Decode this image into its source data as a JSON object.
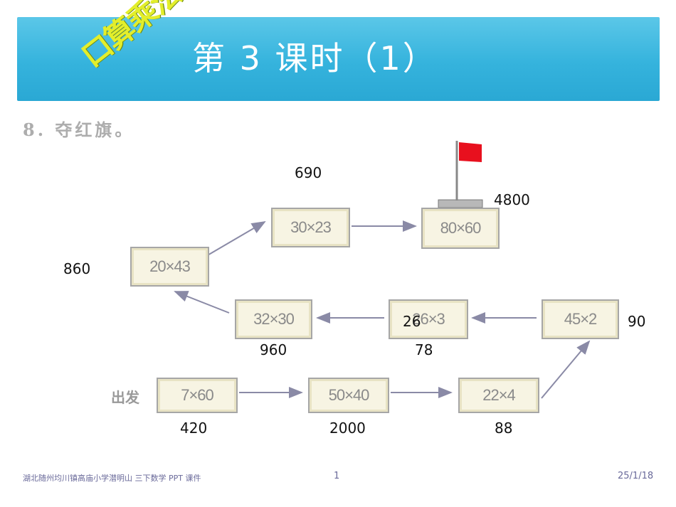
{
  "header": {
    "logo_text": "口算乘法",
    "title": "第 3 课时（1）"
  },
  "problem": {
    "label": "8. 夺红旗。",
    "start_label": "出发"
  },
  "path_boxes": [
    {
      "id": "b1",
      "expr": "7×60",
      "answer": "420"
    },
    {
      "id": "b2",
      "expr": "50×40",
      "answer": "2000"
    },
    {
      "id": "b3",
      "expr": "22×4",
      "answer": "88"
    },
    {
      "id": "b4",
      "expr": "45×2",
      "answer": "90"
    },
    {
      "id": "b5",
      "expr": "26×3",
      "answer": "78",
      "extra": "26"
    },
    {
      "id": "b6",
      "expr": "32×30",
      "answer": "960"
    },
    {
      "id": "b7",
      "expr": "20×43",
      "answer": "860"
    },
    {
      "id": "b8",
      "expr": "30×23",
      "answer": "690"
    },
    {
      "id": "b9",
      "expr": "80×60",
      "answer": "4800"
    }
  ],
  "footer": {
    "school": "湖北随州均川镇高庙小学潜明山 三下数学 PPT 课件",
    "page": "1",
    "date": "25/1/18"
  },
  "colors": {
    "banner": "#35b3dd",
    "flag": "#e8101e",
    "arrow": "#8a8aa6"
  }
}
